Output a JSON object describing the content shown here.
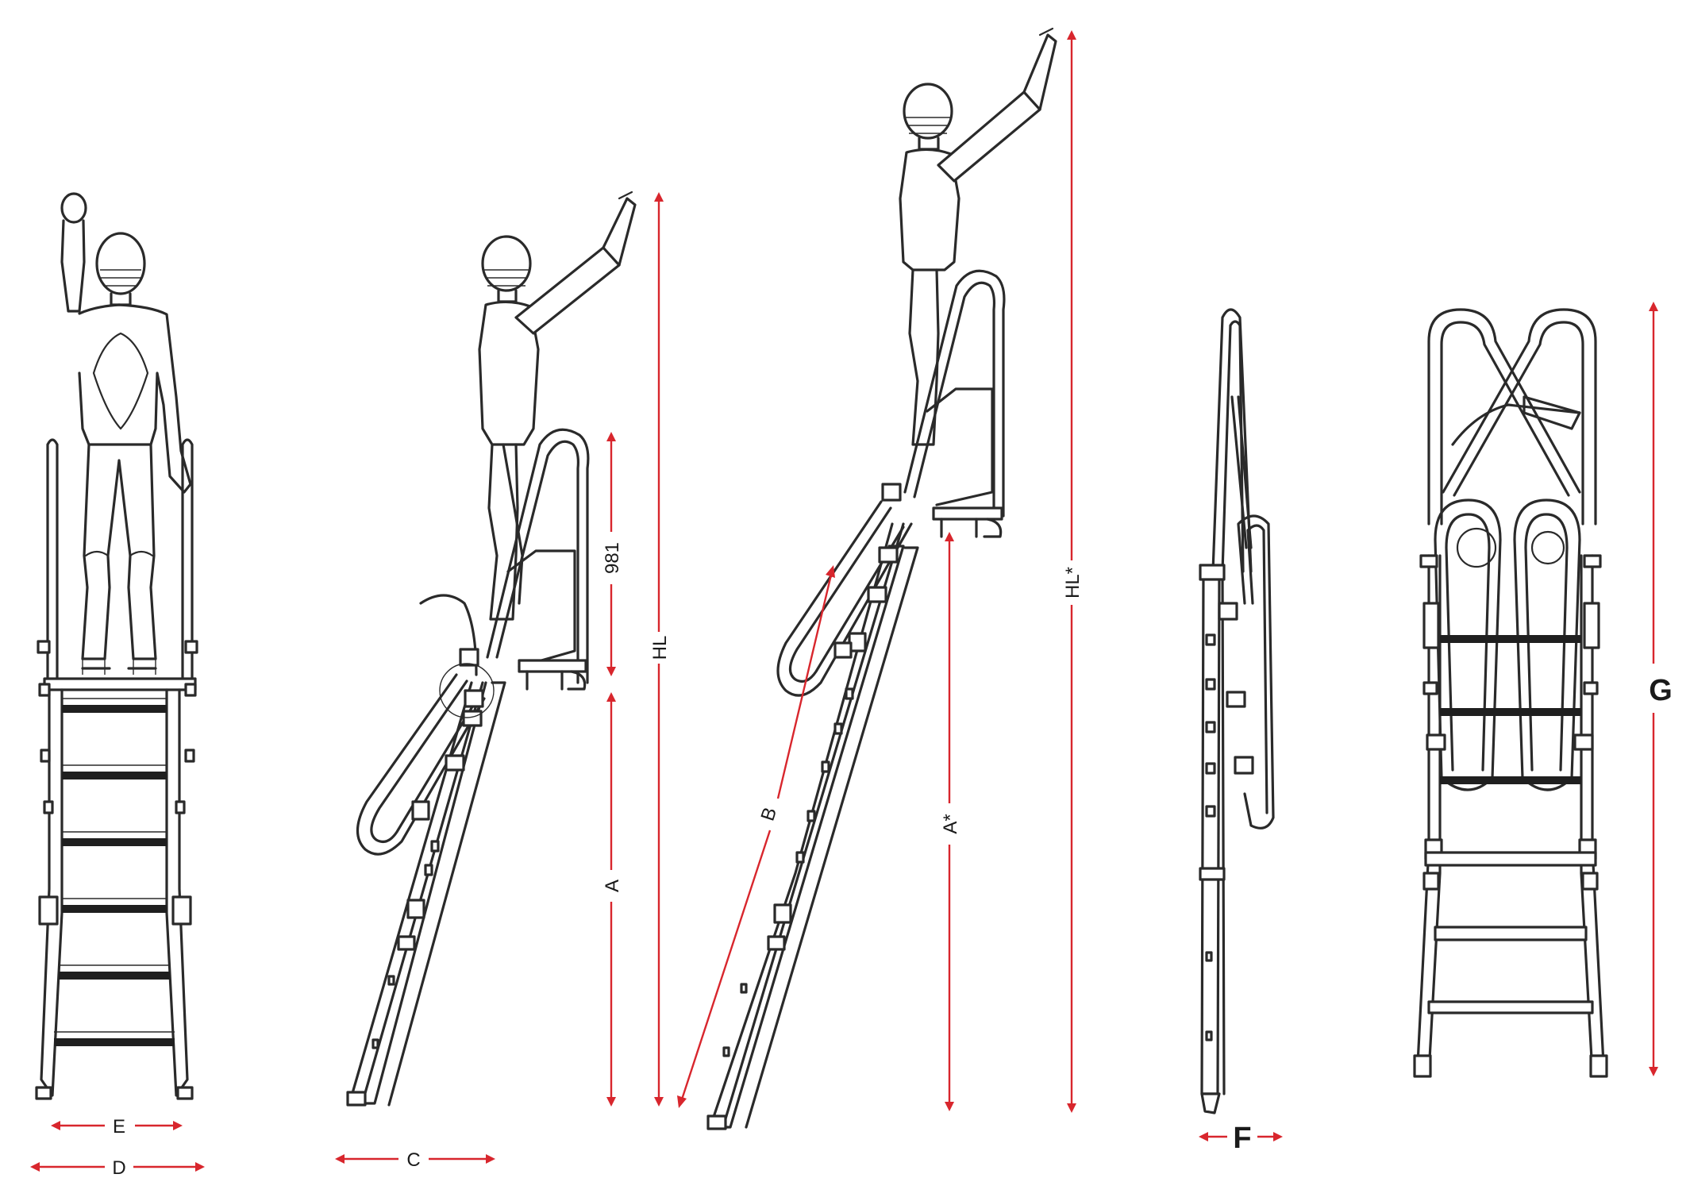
{
  "labels": {
    "E": "E",
    "D": "D",
    "C": "C",
    "A": "A",
    "hand_height": "981",
    "HL": "HL",
    "B": "B",
    "A_star": "A*",
    "HL_star": "HL*",
    "F": "F",
    "G": "G"
  },
  "colors": {
    "dimension": "#d8262d",
    "line": "#2a2a2a",
    "tread": "#1f1f1f"
  }
}
